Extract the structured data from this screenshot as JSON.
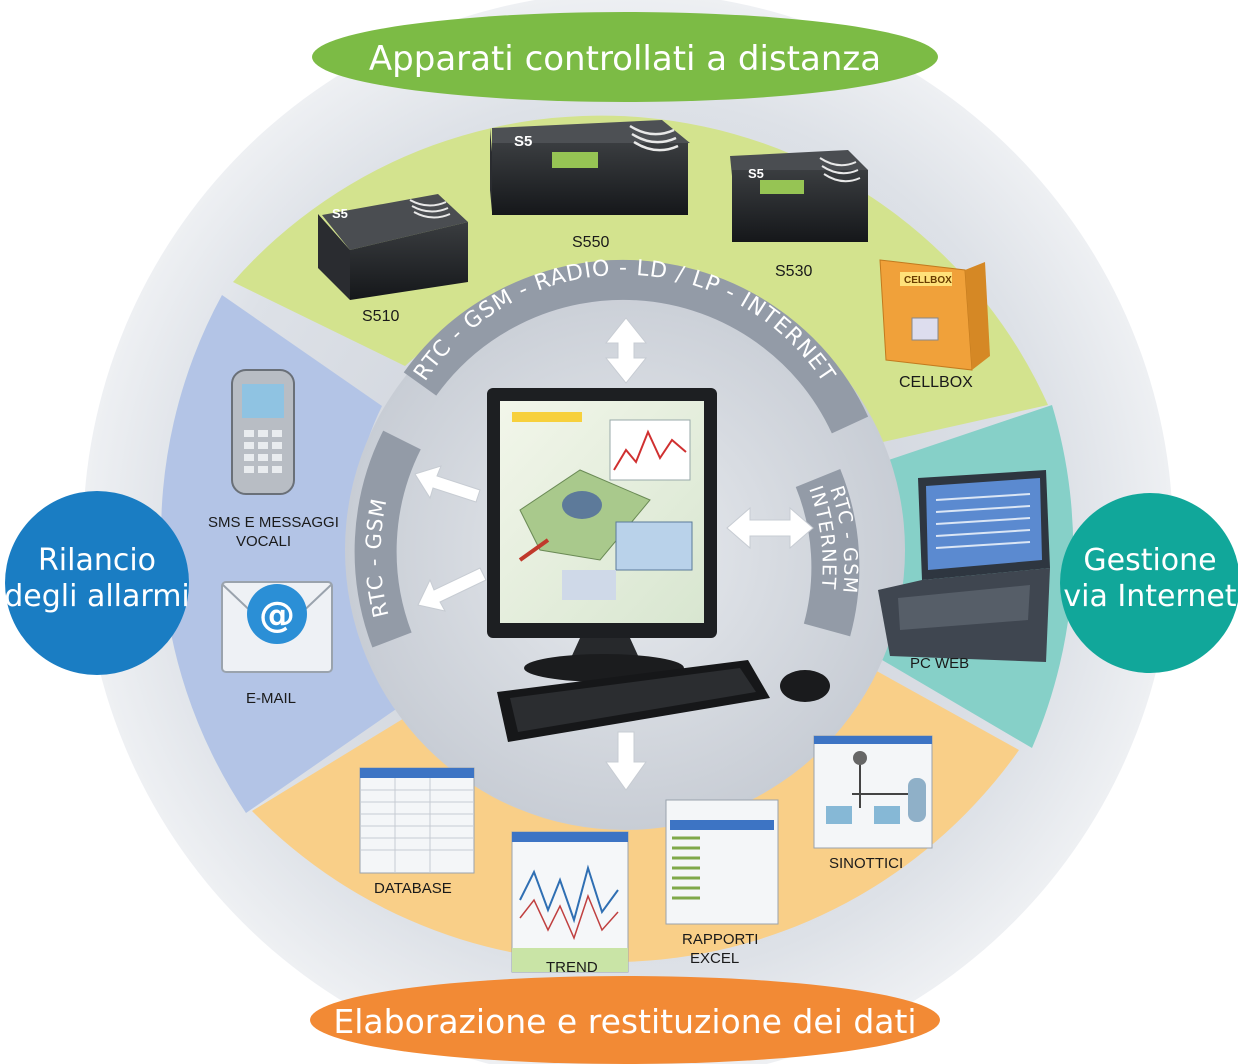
{
  "title_top": "Apparati controllati a distanza",
  "title_bottom": "Elaborazione e restituzione dei dati",
  "badge_left": {
    "line1": "Rilancio",
    "line2": "degli allarmi"
  },
  "badge_right": {
    "line1": "Gestione",
    "line2": "via Internet"
  },
  "links": {
    "top": "RTC - GSM - RADIO - LD / LP - INTERNET",
    "left": "RTC - GSM",
    "right_line1": "RTC - GSM",
    "right_line2": "INTERNET"
  },
  "devices": {
    "s510": "S510",
    "s550": "S550",
    "s530": "S530",
    "cellbox": "CELLBOX",
    "cellbox_logo": "CELLBOX",
    "device_badge": "S5"
  },
  "alarms": {
    "sms_line1": "SMS E MESSAGGI",
    "sms_line2": "VOCALI",
    "email": "E-MAIL",
    "at_symbol": "@"
  },
  "web": {
    "pc_web": "PC WEB"
  },
  "outputs": {
    "database": "DATABASE",
    "trend": "TREND",
    "rapporti_line1": "RAPPORTI",
    "rapporti_line2": "EXCEL",
    "sinottici": "SINOTTICI"
  },
  "colors": {
    "green_sector": "#d3e38e",
    "blue_sector": "#b3c4e6",
    "teal_sector": "#86d0c8",
    "orange_sector": "#f9cf88",
    "ring": "#939ba7",
    "top_pill": "#7cbb45",
    "bottom_pill": "#f28a35",
    "left_badge": "#1a7dc3",
    "right_badge": "#11a79a"
  }
}
